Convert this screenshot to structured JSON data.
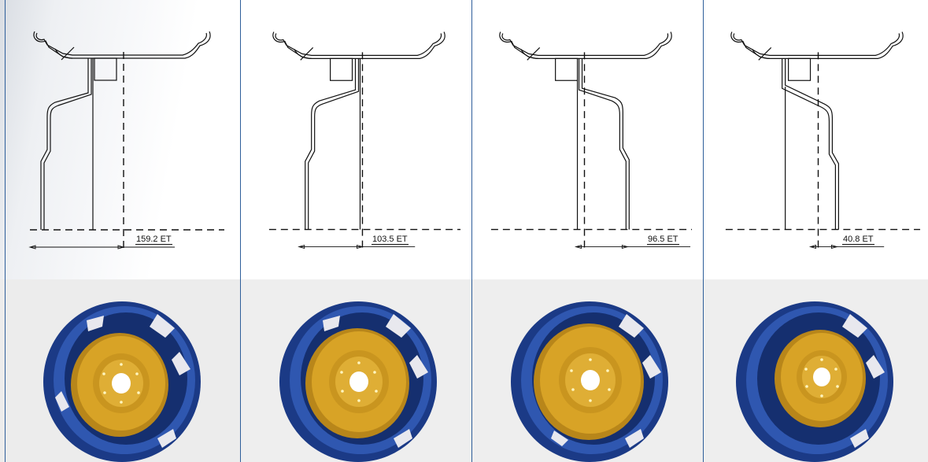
{
  "panels": [
    {
      "offset_label": "159.2 ET",
      "wheel": "wheel-1"
    },
    {
      "offset_label": "103.5 ET",
      "wheel": "wheel-2"
    },
    {
      "offset_label": "96.5 ET",
      "wheel": "wheel-3"
    },
    {
      "offset_label": "40.8 ET",
      "wheel": "wheel-4"
    }
  ],
  "colors": {
    "rim": "#1e3f8f",
    "disc": "#d5a020",
    "divider": "#2e5e9a"
  }
}
